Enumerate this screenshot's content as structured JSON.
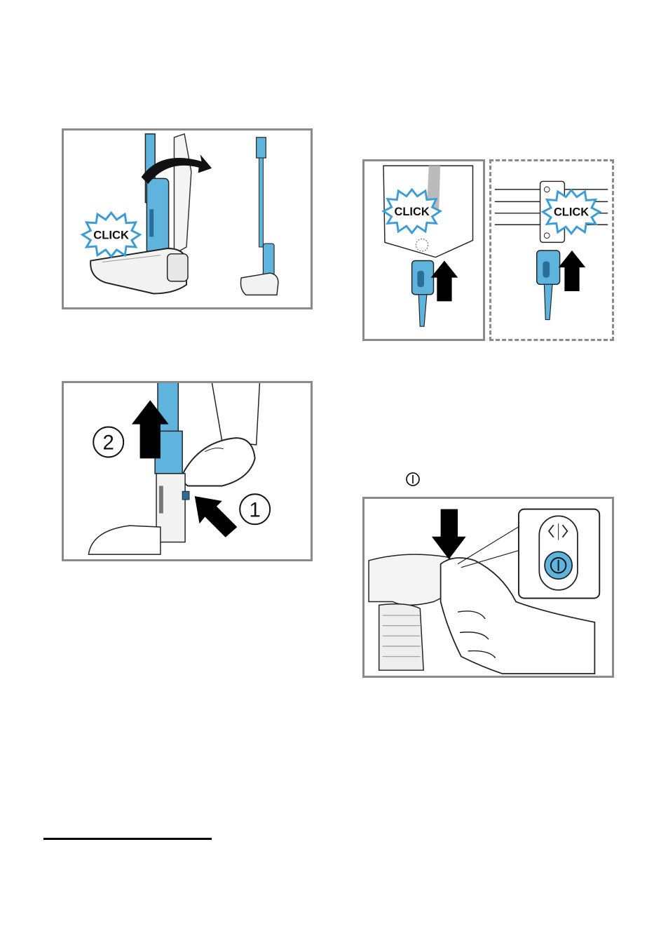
{
  "labels": {
    "click": "CLICK",
    "step_1": "1",
    "step_2": "2"
  },
  "icons": {
    "power_icon": "power-icon",
    "up_arrow": "up-arrow-icon",
    "down_arrow": "down-arrow-icon",
    "left_right_arrows": "left-right-arrows-icon",
    "rotate_arrow": "rotate-arrow-icon"
  },
  "colors": {
    "accent_blue": "#5fb4de",
    "burst_blue": "#3c9cd6",
    "frame_gray": "#8a8a8a",
    "arrow_black": "#000000"
  }
}
